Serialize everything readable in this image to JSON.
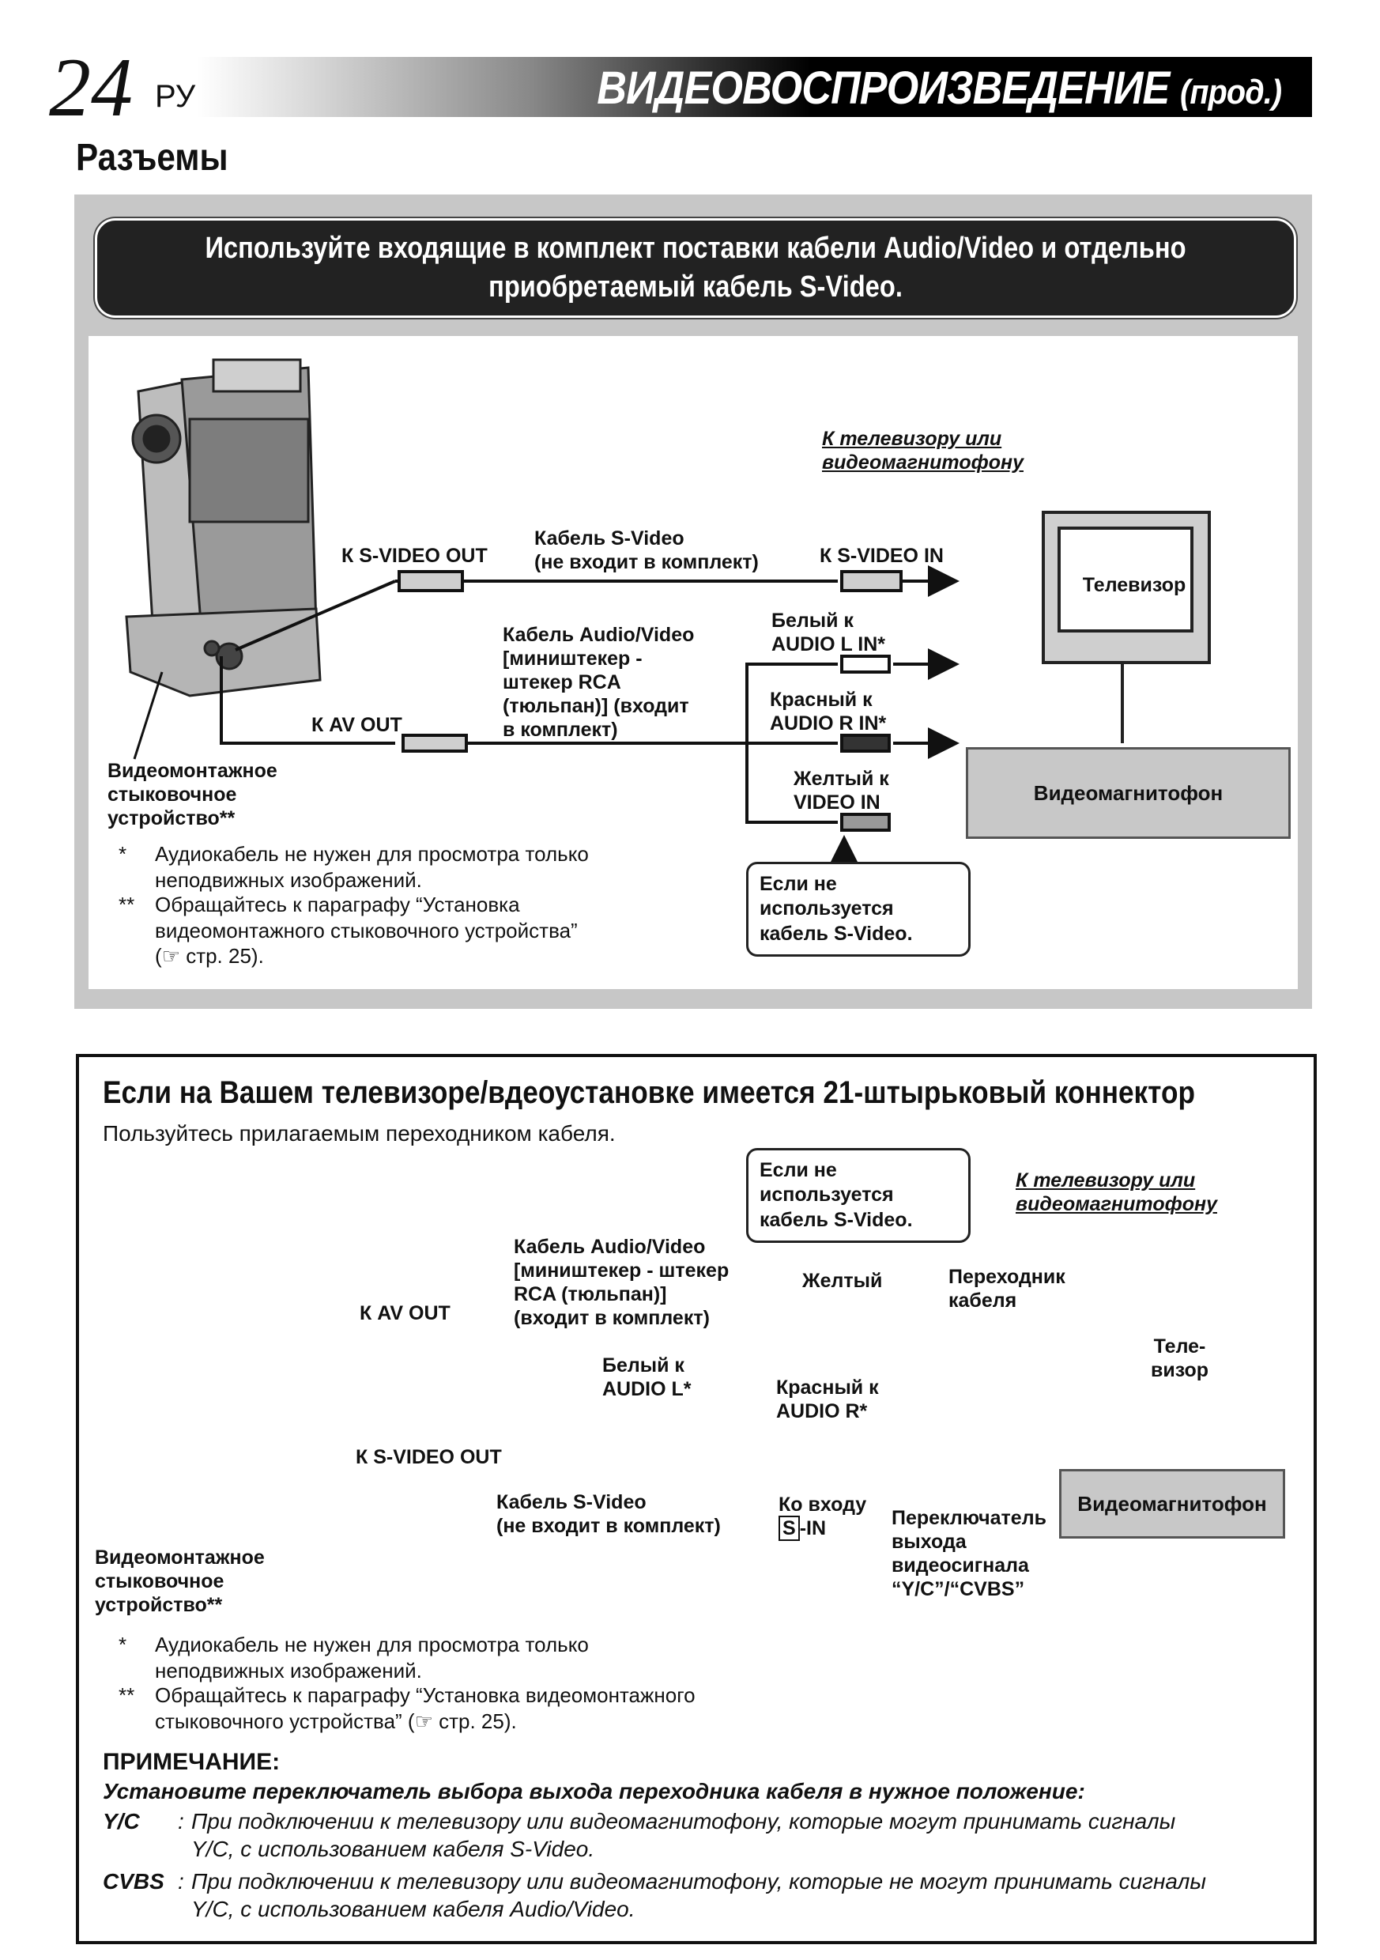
{
  "header": {
    "page_number": "24",
    "lang": "РУ",
    "title": "ВИДЕОВОСПРОИЗВЕДЕНИЕ",
    "title_suffix": "(прод.)"
  },
  "section_title": "Разъемы",
  "panel1": {
    "banner": "Используйте входящие в комплект поставки кабели Audio/Video и отдельно\nприобретаемый кабель S-Video.",
    "to_tv_vcr": "К телевизору или\nвидеомагнитофону",
    "s_video_out": "К S-VIDEO OUT",
    "s_video_cable": "Кабель S-Video\n(не входит в комплект)",
    "s_video_in": "К S-VIDEO IN",
    "tv": "Телевизор",
    "av_cable": "Кабель Audio/Video\n[миништекер -\nштекер RCA\n(тюльпан)] (входит\nв комплект)",
    "white_to": "Белый к\nAUDIO L IN*",
    "red_to": "Красный к\nAUDIO R IN*",
    "yellow_to": "Желтый к\nVIDEO IN",
    "av_out": "К AV OUT",
    "vcr": "Видеомагнитофон",
    "dock": "Видеомонтажное\nстыковочное\nустройство**",
    "callout": "Если не\nиспользуется\nкабель S-Video.",
    "fn1_mark": "*",
    "fn1": "Аудиокабель не нужен для просмотра только\nнеподвижных изображений.",
    "fn2_mark": "**",
    "fn2": "Обращайтесь к параграфу “Установка\nвидеомонтажного стыковочного устройства”\n(☞ стр. 25)."
  },
  "panel2": {
    "title": "Если на Вашем телевизоре/вдеоустановке имеется 21-штырьковый коннектор",
    "subtitle": "Пользуйтесь прилагаемым переходником кабеля.",
    "callout": "Если не\nиспользуется\nкабель S-Video.",
    "to_tv_vcr": "К телевизору или\nвидеомагнитофону",
    "av_cable": "Кабель Audio/Video\n[миништекер - штекер\nRCA (тюльпан)]\n(входит в комплект)",
    "yellow": "Желтый",
    "adapter": "Переходник\nкабеля",
    "av_out": "К AV OUT",
    "white": "Белый к\nAUDIO L*",
    "red": "Красный к\nAUDIO R*",
    "tv": "Теле-\nвизор",
    "s_video_out": "К S-VIDEO OUT",
    "s_video_cable": "Кабель S-Video\n(не входит в комплект)",
    "to_input": "Ко входу",
    "s_box": "S",
    "s_in": "-IN",
    "switch": "Переключатель\nвыхода\nвидеосигнала\n“Y/C”/“CVBS”",
    "vcr": "Видеомагнитофон",
    "dock": "Видеомонтажное\nстыковочное\nустройство**",
    "fn1_mark": "*",
    "fn1": "Аудиокабель не нужен для просмотра только\nнеподвижных изображений.",
    "fn2_mark": "**",
    "fn2": "Обращайтесь к параграфу “Установка видеомонтажного\nстыковочного устройства” (☞ стр. 25).",
    "note_head": "ПРИМЕЧАНИЕ:",
    "note_bold": "Установите переключатель выбора выхода переходника кабеля в нужное положение:",
    "yc_key": "Y/C",
    "yc_colon": ":",
    "yc_text": "При подключении к телевизору или видеомагнитофону, которые могут принимать сигналы\nY/C, с использованием кабеля S-Video.",
    "cvbs_key": "CVBS",
    "cvbs_colon": ":",
    "cvbs_text": "При подключении к телевизору или видеомагнитофону, которые не могут принимать сигналы\nY/C, с использованием кабеля Audio/Video."
  }
}
